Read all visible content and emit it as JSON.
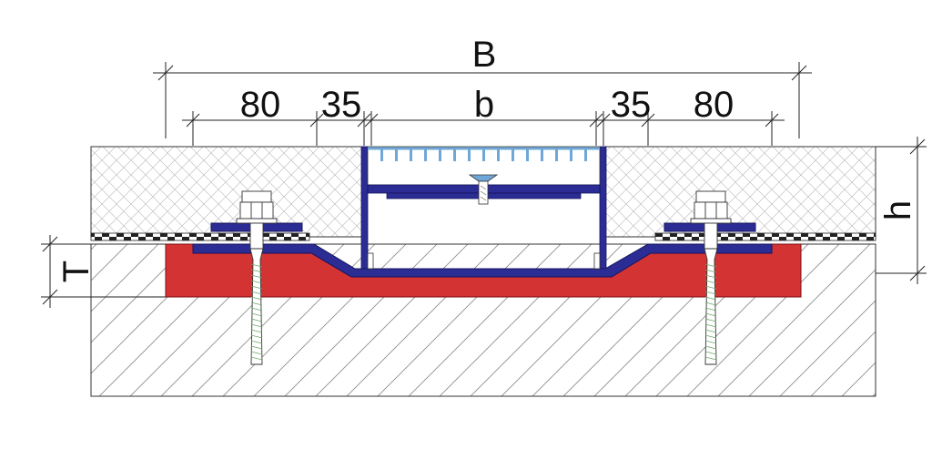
{
  "dimensions": {
    "total_width": "B",
    "flange_left": "80",
    "gap_left": "35",
    "channel_width": "b",
    "gap_right": "35",
    "flange_right": "80",
    "height": "h",
    "thickness": "T"
  },
  "colors": {
    "filler_red": "#d43333",
    "steel_blue": "#2b2c94",
    "grate_blue": "#6fa8d8",
    "outline": "#222222",
    "hatch": "#777777",
    "background": "#ffffff"
  },
  "icons": {
    "anchor_bolt": "hex-bolt-with-screw-anchor",
    "grate_fastener": "countersunk-screw"
  }
}
